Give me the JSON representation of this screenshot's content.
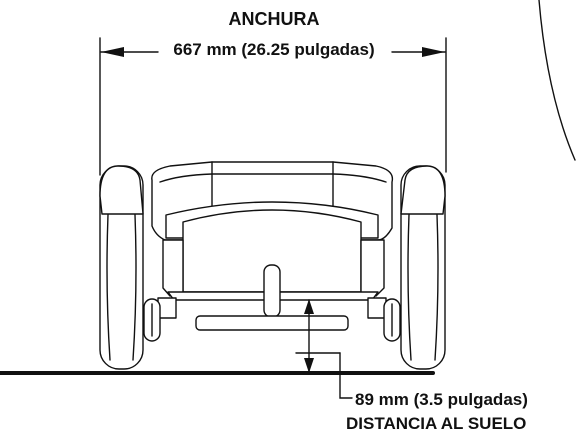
{
  "labels": {
    "width_title": "ANCHURA",
    "width_value": "667 mm (26.25 pulgadas)",
    "ground_clearance_value": "89 mm (3.5 pulgadas)",
    "ground_clearance_title": "DISTANCIA AL SUELO"
  },
  "colors": {
    "line": "#111111",
    "background": "#ffffff"
  }
}
